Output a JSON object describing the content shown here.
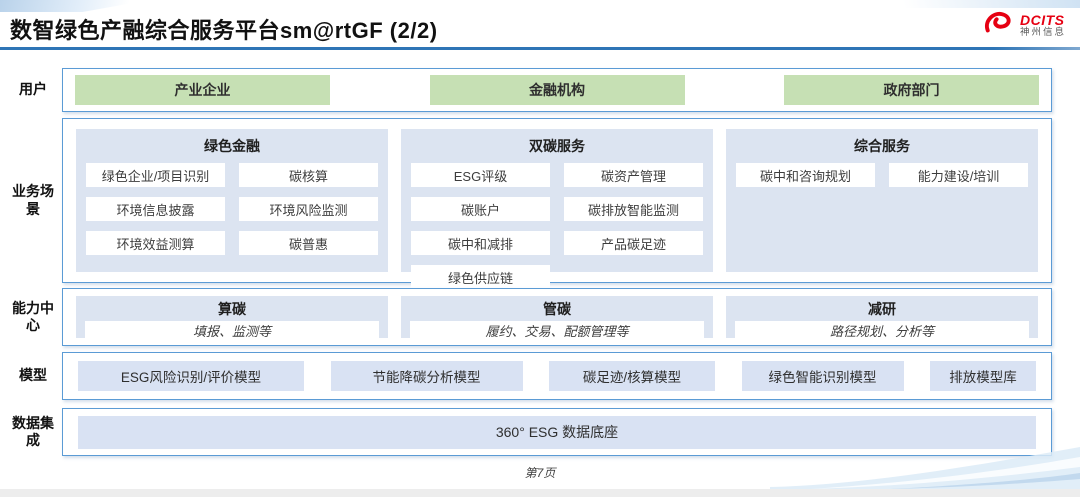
{
  "header": {
    "title": "数智绿色产融综合服务平台sm@rtGF (2/2)",
    "logo": {
      "brand": "DCITS",
      "brand_cn": "神州信息"
    }
  },
  "labels": {
    "users": "用户",
    "scenarios": "业务场景",
    "capabilities": "能力中心",
    "models": "模型",
    "data": "数据集成"
  },
  "users": {
    "items": [
      "产业企业",
      "金融机构",
      "政府部门"
    ]
  },
  "scenarios": {
    "groups": [
      {
        "title": "绿色金融",
        "items": [
          "绿色企业/项目识别",
          "碳核算",
          "环境信息披露",
          "环境风险监测",
          "环境效益测算",
          "碳普惠"
        ]
      },
      {
        "title": "双碳服务",
        "items": [
          "ESG评级",
          "碳资产管理",
          "碳账户",
          "碳排放智能监测",
          "碳中和减排",
          "产品碳足迹",
          "绿色供应链"
        ]
      },
      {
        "title": "综合服务",
        "items": [
          "碳中和咨询规划",
          "能力建设/培训"
        ]
      }
    ]
  },
  "capabilities": {
    "groups": [
      {
        "title": "算碳",
        "desc": "填报、监测等"
      },
      {
        "title": "管碳",
        "desc": "履约、交易、配额管理等"
      },
      {
        "title": "减研",
        "desc": "路径规划、分析等"
      }
    ]
  },
  "models": {
    "items": [
      "ESG风险识别/评价模型",
      "节能降碳分析模型",
      "碳足迹/核算模型",
      "绿色智能识别模型",
      "排放模型库"
    ]
  },
  "data_integration": {
    "item": "360° ESG 数据底座"
  },
  "footer": {
    "page": "第7页"
  },
  "colors": {
    "frame_border": "#5b9bd5",
    "title_rule": "#2e75b6",
    "user_green": "#c6e0b4",
    "panel_blue": "#dce4f1",
    "box_blue": "#d9e2f3",
    "logo_red": "#e60012"
  }
}
